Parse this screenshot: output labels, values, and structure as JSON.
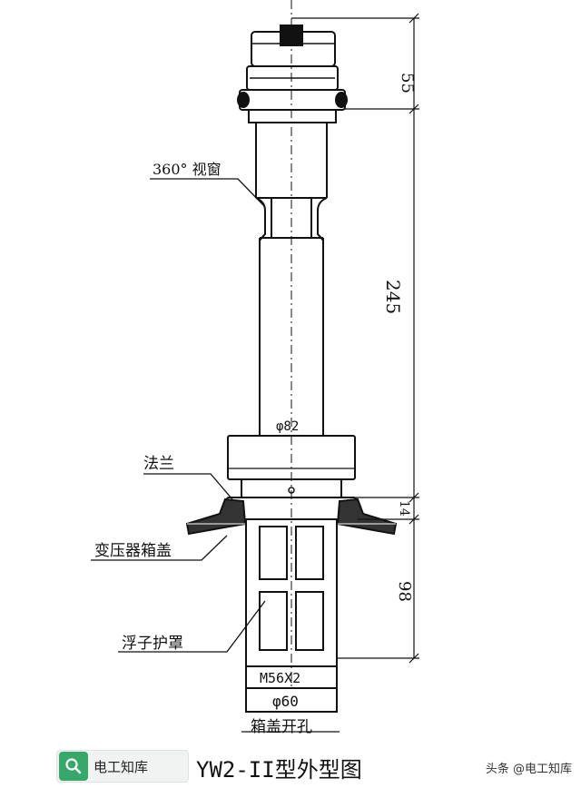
{
  "labels": {
    "view_window": "360° 视窗",
    "flange": "法兰",
    "tank": "变压器箱盖",
    "float_cover": "浮子护罩",
    "tank_hole": "箱盖开孔"
  },
  "dimensions": {
    "d55": "55",
    "d245": "245",
    "d14": "14",
    "d98": "98",
    "phi82": "φ82",
    "thread": "M56X2",
    "phi60": "φ60"
  },
  "caption": "YW2-II型外型图",
  "badge": {
    "icon": "search-icon",
    "text": "电工知库"
  },
  "watermark": "头条 @电工知库"
}
